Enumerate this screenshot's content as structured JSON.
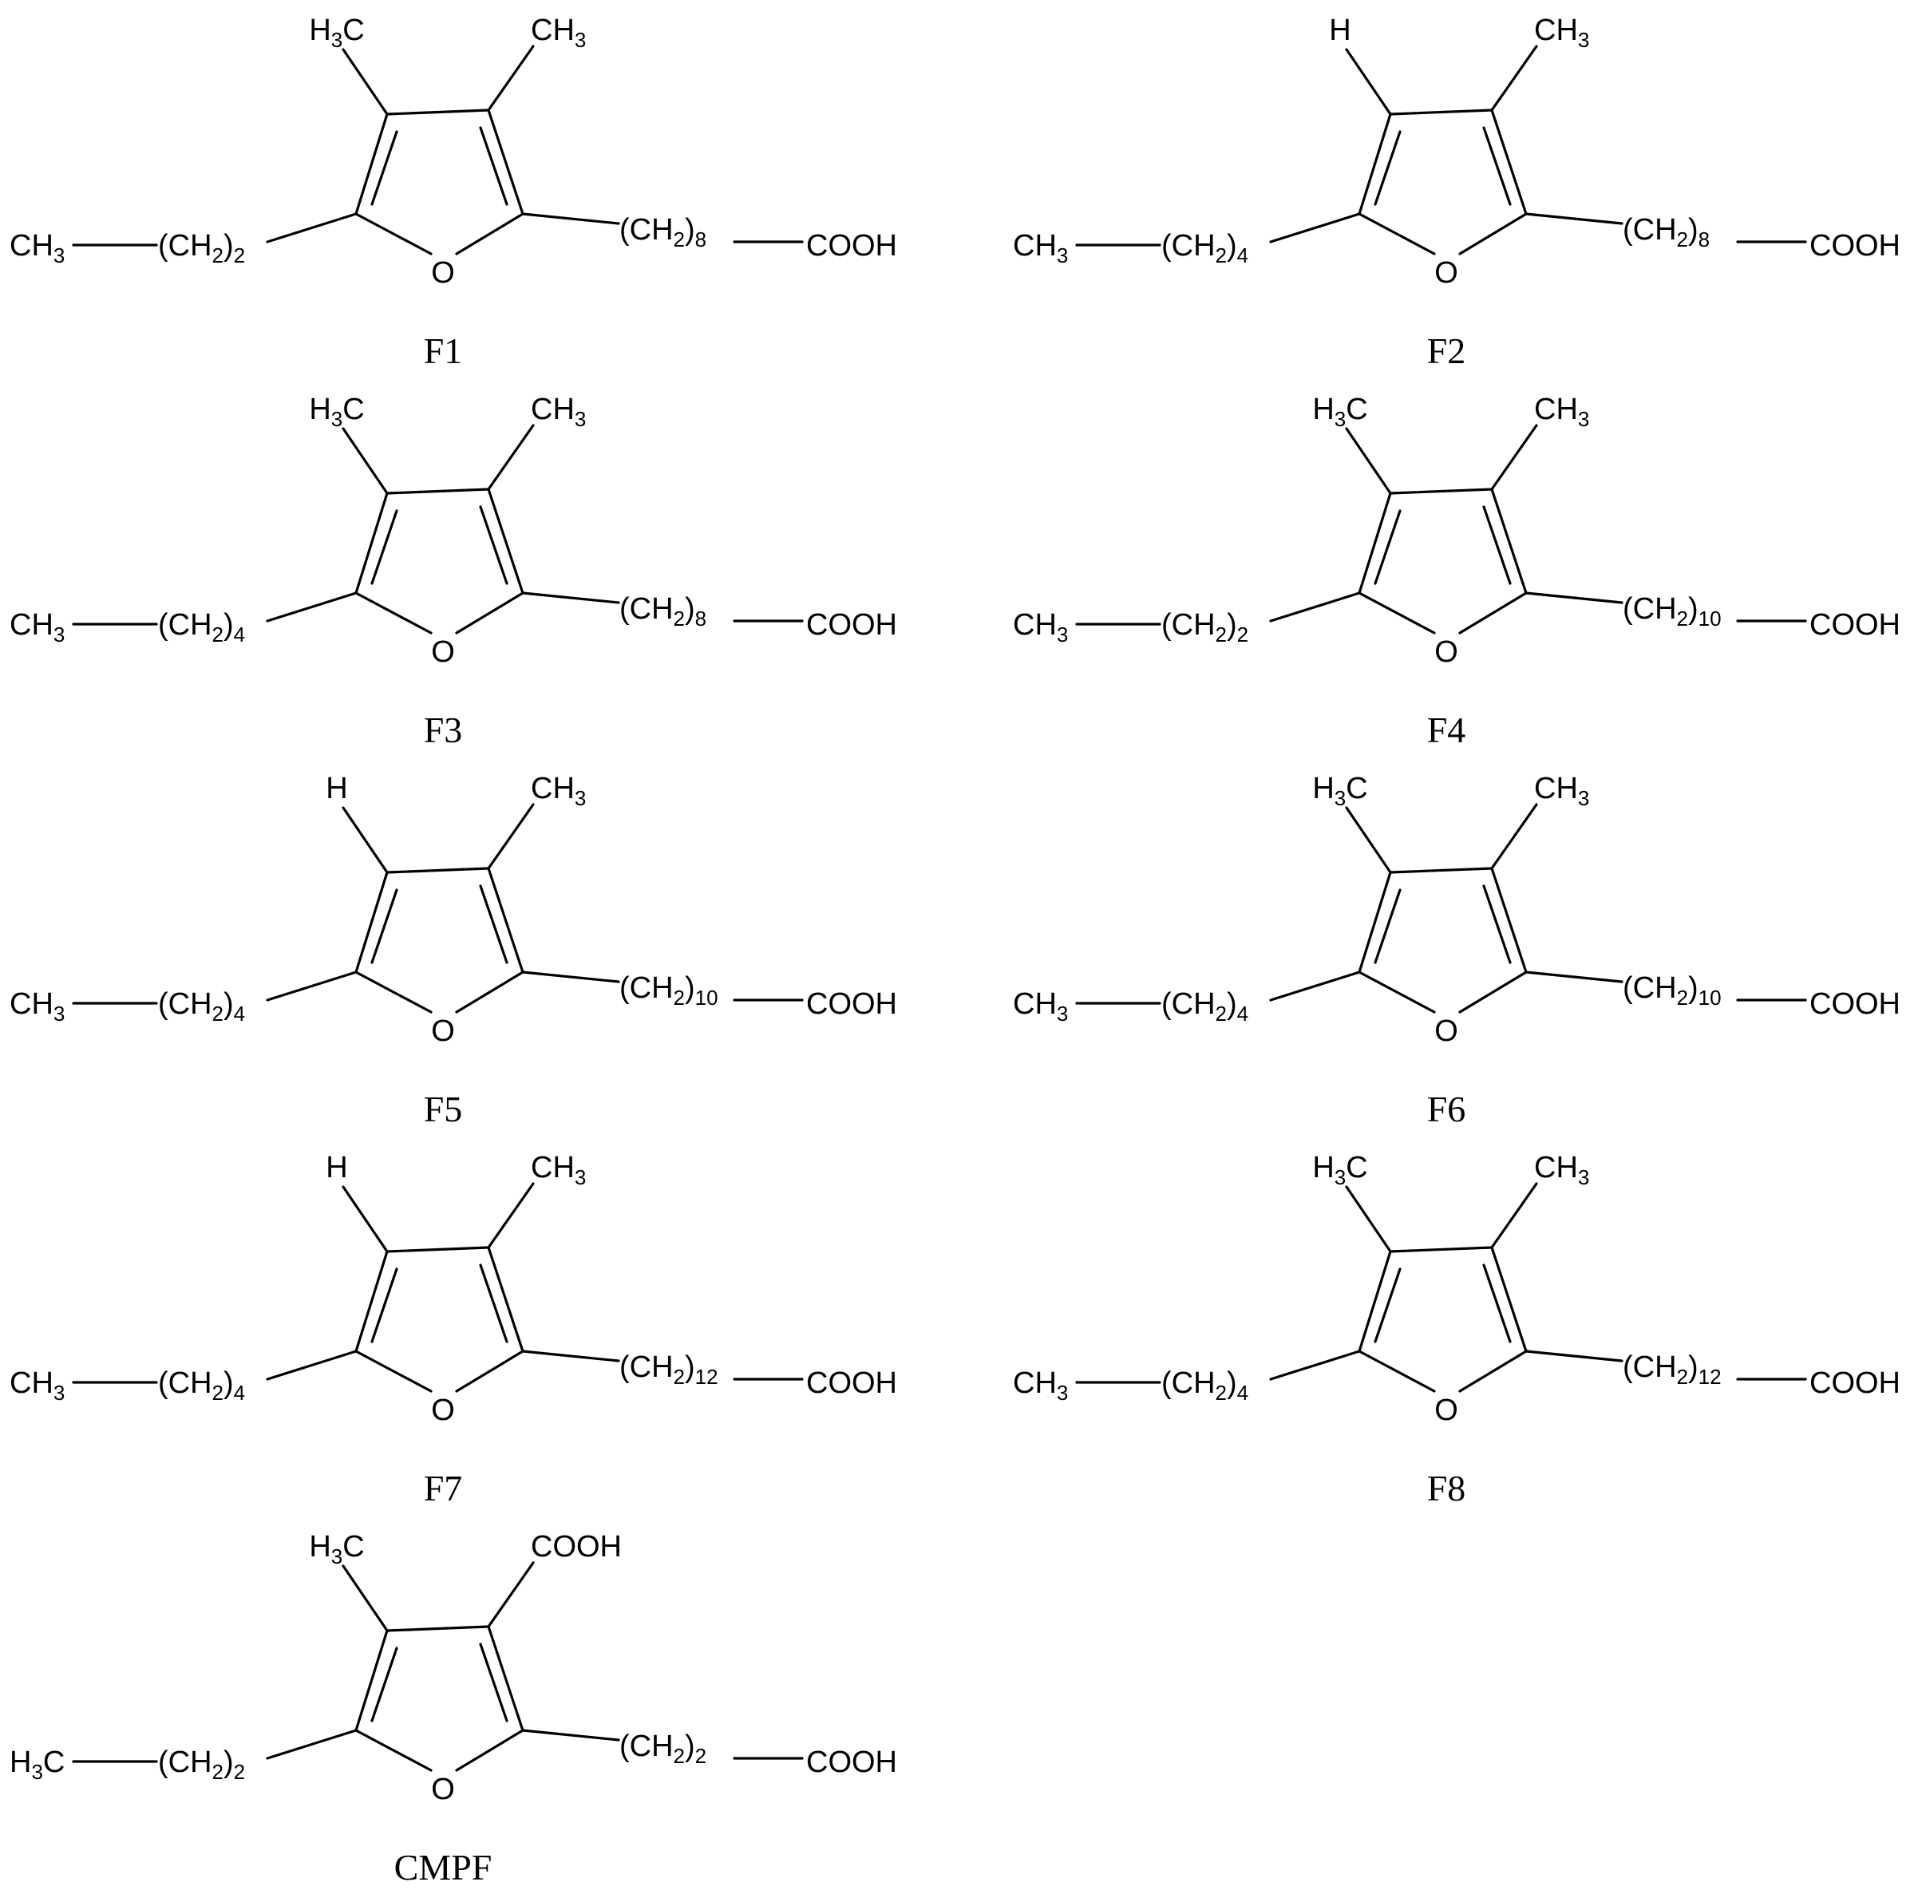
{
  "molecules": [
    {
      "name": "F1",
      "tl": [
        "H",
        "3",
        "C",
        ""
      ],
      "tr": [
        "CH",
        "3",
        "",
        ""
      ],
      "left_end": [
        "CH",
        "3",
        "",
        ""
      ],
      "left_chain": [
        "(CH",
        "2",
        ")",
        "2"
      ],
      "right_chain": [
        "(CH",
        "2",
        ")",
        "8"
      ],
      "acid": "COOH",
      "ring_o": "O"
    },
    {
      "name": "F2",
      "tl": [
        "H",
        "",
        "",
        ""
      ],
      "tr": [
        "CH",
        "3",
        "",
        ""
      ],
      "left_end": [
        "CH",
        "3",
        "",
        ""
      ],
      "left_chain": [
        "(CH",
        "2",
        ")",
        "4"
      ],
      "right_chain": [
        "(CH",
        "2",
        ")",
        "8"
      ],
      "acid": "COOH",
      "ring_o": "O"
    },
    {
      "name": "F3",
      "tl": [
        "H",
        "3",
        "C",
        ""
      ],
      "tr": [
        "CH",
        "3",
        "",
        ""
      ],
      "left_end": [
        "CH",
        "3",
        "",
        ""
      ],
      "left_chain": [
        "(CH",
        "2",
        ")",
        "4"
      ],
      "right_chain": [
        "(CH",
        "2",
        ")",
        "8"
      ],
      "acid": "COOH",
      "ring_o": "O"
    },
    {
      "name": "F4",
      "tl": [
        "H",
        "3",
        "C",
        ""
      ],
      "tr": [
        "CH",
        "3",
        "",
        ""
      ],
      "left_end": [
        "CH",
        "3",
        "",
        ""
      ],
      "left_chain": [
        "(CH",
        "2",
        ")",
        "2"
      ],
      "right_chain": [
        "(CH",
        "2",
        ")",
        "10"
      ],
      "acid": "COOH",
      "ring_o": "O"
    },
    {
      "name": "F5",
      "tl": [
        "H",
        "",
        "",
        ""
      ],
      "tr": [
        "CH",
        "3",
        "",
        ""
      ],
      "left_end": [
        "CH",
        "3",
        "",
        ""
      ],
      "left_chain": [
        "(CH",
        "2",
        ")",
        "4"
      ],
      "right_chain": [
        "(CH",
        "2",
        ")",
        "10"
      ],
      "acid": "COOH",
      "ring_o": "O"
    },
    {
      "name": "F6",
      "tl": [
        "H",
        "3",
        "C",
        ""
      ],
      "tr": [
        "CH",
        "3",
        "",
        ""
      ],
      "left_end": [
        "CH",
        "3",
        "",
        ""
      ],
      "left_chain": [
        "(CH",
        "2",
        ")",
        "4"
      ],
      "right_chain": [
        "(CH",
        "2",
        ")",
        "10"
      ],
      "acid": "COOH",
      "ring_o": "O"
    },
    {
      "name": "F7",
      "tl": [
        "H",
        "",
        "",
        ""
      ],
      "tr": [
        "CH",
        "3",
        "",
        ""
      ],
      "left_end": [
        "CH",
        "3",
        "",
        ""
      ],
      "left_chain": [
        "(CH",
        "2",
        ")",
        "4"
      ],
      "right_chain": [
        "(CH",
        "2",
        ")",
        "12"
      ],
      "acid": "COOH",
      "ring_o": "O"
    },
    {
      "name": "F8",
      "tl": [
        "H",
        "3",
        "C",
        ""
      ],
      "tr": [
        "CH",
        "3",
        "",
        ""
      ],
      "left_end": [
        "CH",
        "3",
        "",
        ""
      ],
      "left_chain": [
        "(CH",
        "2",
        ")",
        "4"
      ],
      "right_chain": [
        "(CH",
        "2",
        ")",
        "12"
      ],
      "acid": "COOH",
      "ring_o": "O"
    },
    {
      "name": "CMPF",
      "tl": [
        "H",
        "3",
        "C",
        ""
      ],
      "tr": [
        "COOH",
        "",
        "",
        ""
      ],
      "left_end": [
        "H",
        "3",
        "C",
        ""
      ],
      "left_chain": [
        "(CH",
        "2",
        ")",
        "2"
      ],
      "right_chain": [
        "(CH",
        "2",
        ")",
        "2"
      ],
      "acid": "COOH",
      "ring_o": "O"
    }
  ]
}
